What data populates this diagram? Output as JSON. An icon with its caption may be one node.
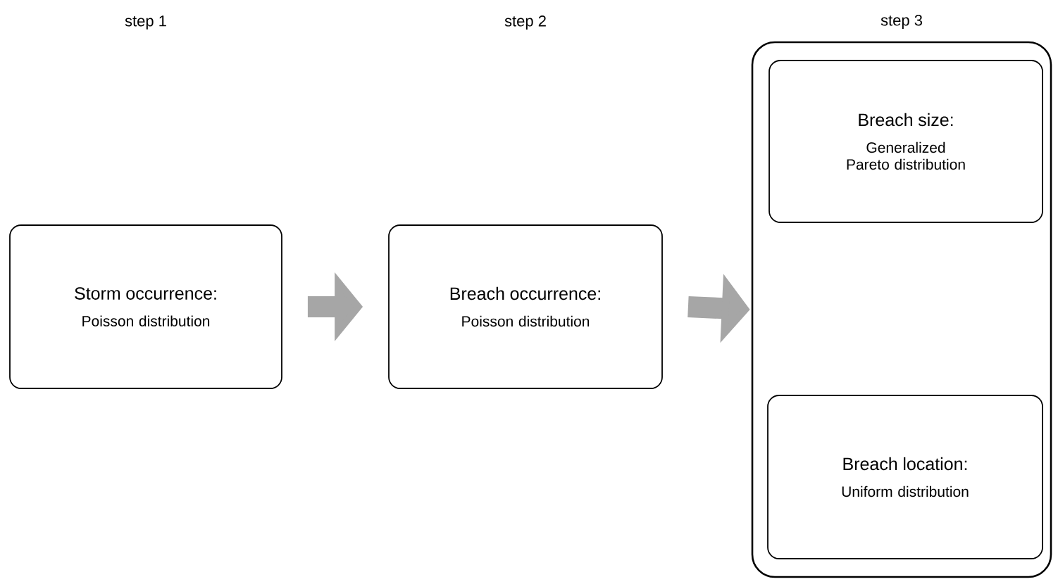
{
  "diagram": {
    "nodes": [
      {
        "text": [
          "Storm occurrence:",
          "Poisson distribution"
        ]
      },
      {
        "text": [
          "Breach occurrence:",
          "Poisson distribution"
        ]
      },
      {
        "text": [
          "step 3"
        ]
      },
      {
        "text": [
          "Breach size:",
          "Generalized Pareto distribution"
        ],
        "in": 2
      },
      {
        "text": [
          "Breach location:",
          "Uniform distribution"
        ],
        "in": 2
      }
    ],
    "edges": [
      {
        "from": 0,
        "to": 1,
        "arrow": "to"
      },
      {
        "from": 1,
        "to": 2,
        "arrow": "to"
      }
    ],
    "labels": [
      "step 1",
      "step 2"
    ]
  }
}
